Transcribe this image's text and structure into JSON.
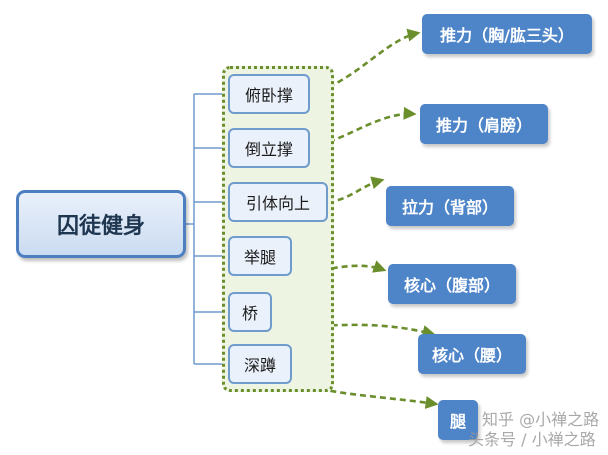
{
  "root": {
    "label": "囚徒健身"
  },
  "exercises": [
    {
      "label": "俯卧撑"
    },
    {
      "label": "倒立撑"
    },
    {
      "label": "引体向上"
    },
    {
      "label": "举腿"
    },
    {
      "label": "桥"
    },
    {
      "label": "深蹲"
    }
  ],
  "targets": [
    {
      "label": "推力（胸/肱三头）"
    },
    {
      "label": "推力（肩膀）"
    },
    {
      "label": "拉力（背部）"
    },
    {
      "label": "核心（腹部）"
    },
    {
      "label": "核心（腰）"
    },
    {
      "label": "腿"
    }
  ],
  "watermark": {
    "line1": "知乎 @小禅之路",
    "line2": "头条号 / 小禅之路"
  },
  "colors": {
    "root_border": "#4d7ec0",
    "item_border": "#6f9bcd",
    "target_fill": "#4e84c8",
    "connector": "#6a8e2b",
    "tree_line": "#6f9bcd"
  }
}
